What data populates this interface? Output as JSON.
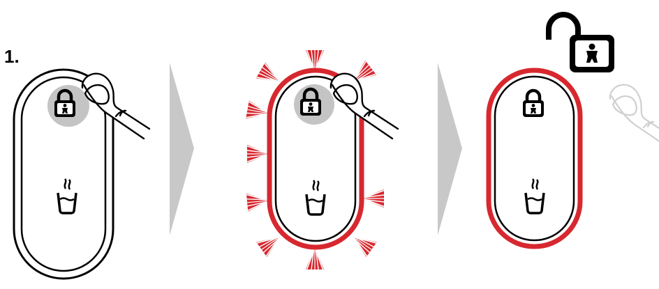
{
  "step_number": "1.",
  "panels": [
    {
      "state": "press-and-hold child lock button",
      "icons": [
        "lock-child-icon",
        "hot-water-cup-icon",
        "finger-press-icon"
      ]
    },
    {
      "state": "button flashing red",
      "icons": [
        "lock-child-icon",
        "hot-water-cup-icon",
        "finger-press-icon",
        "flash-ray-icon"
      ]
    },
    {
      "state": "child lock unlocked",
      "icons": [
        "lock-child-icon",
        "hot-water-cup-icon",
        "unlocked-padlock-icon",
        "finger-release-icon"
      ]
    }
  ],
  "colors": {
    "highlight_red": "#d7282f",
    "arrow_gray": "#c8c8c8",
    "press_gray": "#c4c4c4",
    "outline": "#000000",
    "faded_finger": "#cfcfcf"
  }
}
